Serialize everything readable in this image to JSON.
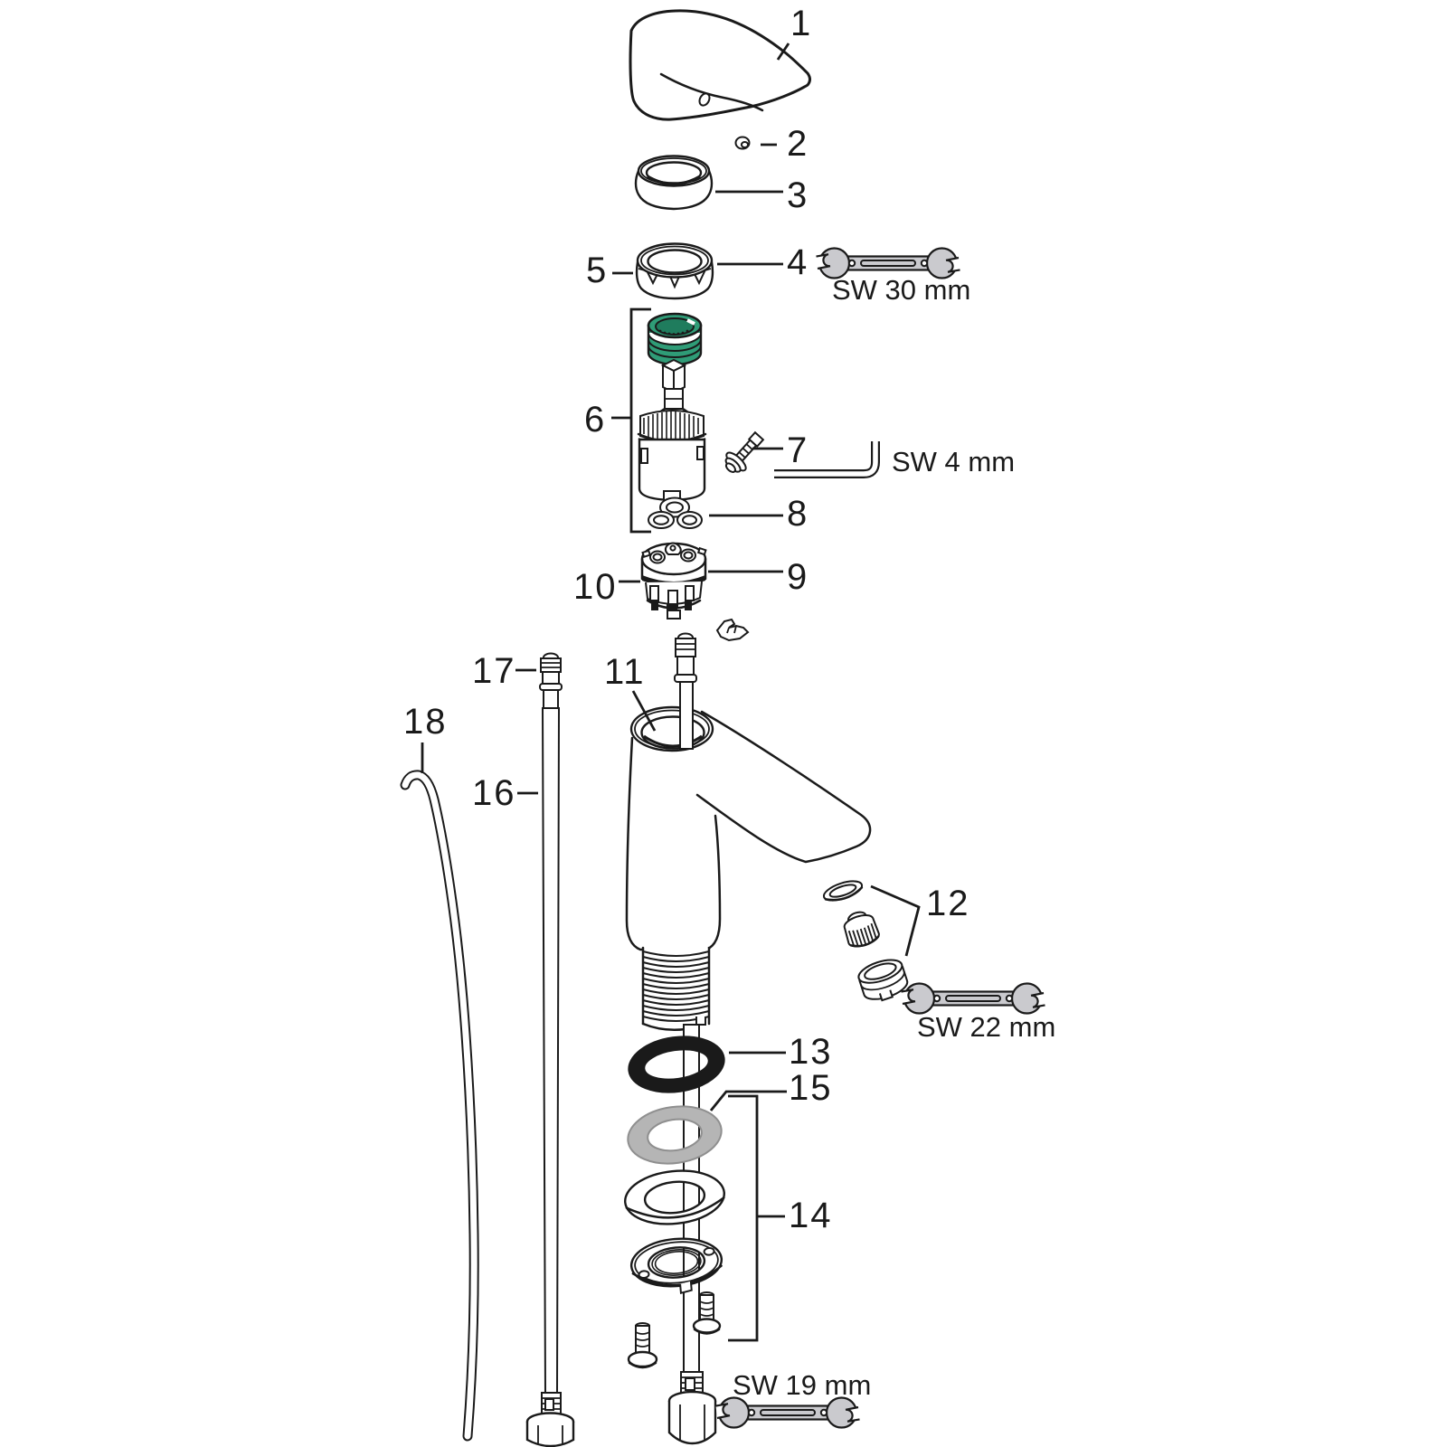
{
  "diagram": {
    "type": "exploded-parts-diagram",
    "subject": "single-lever basin mixer faucet spare parts",
    "background": "#ffffff",
    "line_color": "#1a1a1a",
    "accent_green": "#2f9c77",
    "accent_green_dark": "#1f7c5d",
    "washer_gray": "#b5b5b5",
    "tool_gray": "#cacace",
    "oring_black": "#1a1a1a"
  },
  "labels": {
    "n1": "1",
    "n2": "2",
    "n3": "3",
    "n4": "4",
    "n5": "5",
    "n6": "6",
    "n7": "7",
    "n8": "8",
    "n9": "9",
    "n10": "10",
    "n11": "11",
    "n12": "12",
    "n13": "13",
    "n14": "14",
    "n15": "15",
    "n16": "16",
    "n17": "17",
    "n18": "18"
  },
  "tools": {
    "sw30": "SW 30 mm",
    "sw4": "SW 4 mm",
    "sw22": "SW 22 mm",
    "sw19": "SW 19 mm"
  }
}
